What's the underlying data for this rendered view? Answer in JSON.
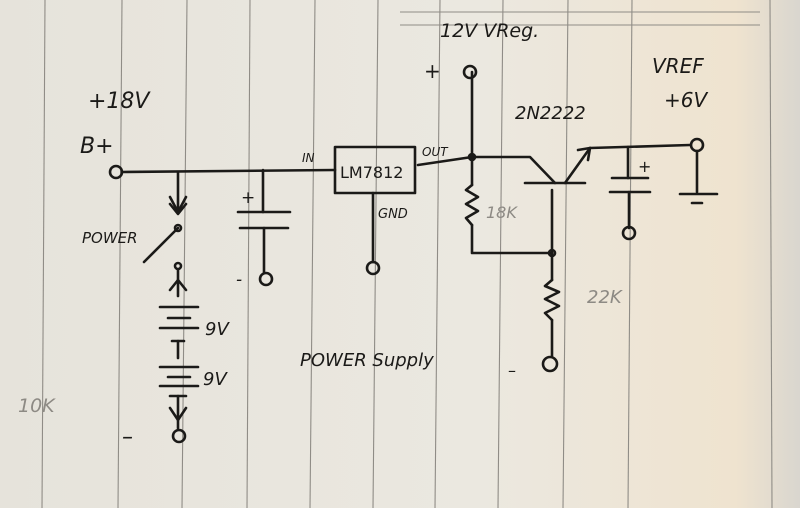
{
  "title": "Power Supply",
  "labels": {
    "supply_voltage": "+18V",
    "b_plus": "B+",
    "power_switch": "POWER",
    "battery1": "9V",
    "battery2": "9V",
    "negative_terminal": "–",
    "cap_plus": "+",
    "cap_minus": "-",
    "regulator": "LM7812",
    "reg_in": "IN",
    "reg_out": "OUT",
    "reg_gnd": "GND",
    "vreg_title": "12V  VReg.",
    "vreg_plus": "+",
    "transistor": "2N2222",
    "r1": "18K",
    "r2": "22K",
    "vref_title": "VREF",
    "vref_value": "+6V",
    "cap2_plus": "+",
    "divider_minus": "–",
    "margin_note": "10K",
    "supply_caption": "POWER Supply"
  },
  "colors": {
    "ink": "#1b1a18",
    "pencil": "#8d8a84",
    "paper": "#e9e6de"
  }
}
